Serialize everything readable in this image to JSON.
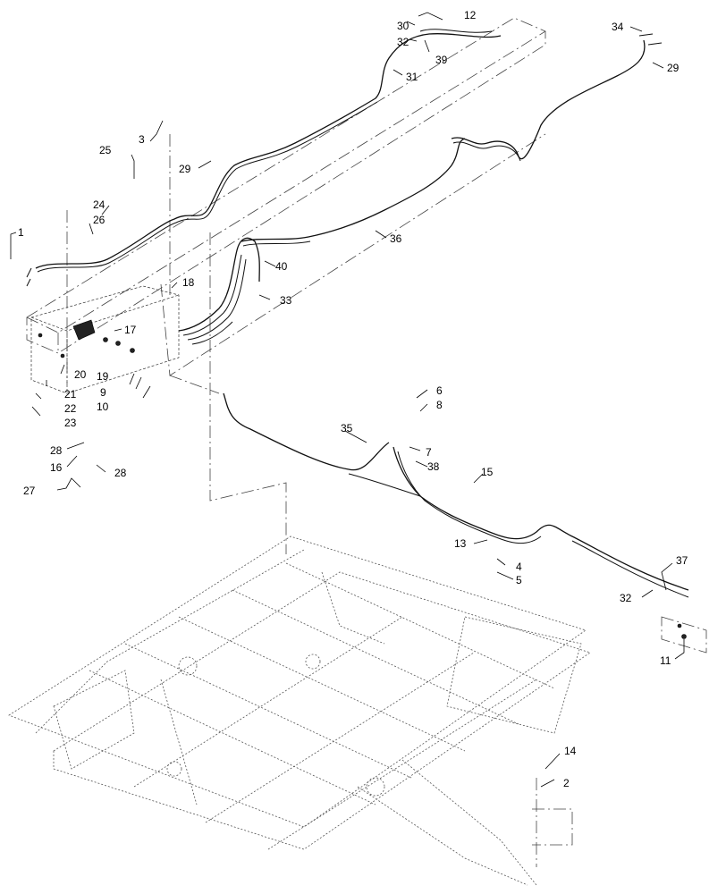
{
  "callouts": [
    {
      "id": "c1",
      "text": "1"
    },
    {
      "id": "c2",
      "text": "2"
    },
    {
      "id": "c3",
      "text": "3"
    },
    {
      "id": "c4",
      "text": "4"
    },
    {
      "id": "c5",
      "text": "5"
    },
    {
      "id": "c6",
      "text": "6"
    },
    {
      "id": "c7",
      "text": "7"
    },
    {
      "id": "c8",
      "text": "8"
    },
    {
      "id": "c9",
      "text": "9"
    },
    {
      "id": "c10",
      "text": "10"
    },
    {
      "id": "c11",
      "text": "11"
    },
    {
      "id": "c12",
      "text": "12"
    },
    {
      "id": "c13",
      "text": "13"
    },
    {
      "id": "c14",
      "text": "14"
    },
    {
      "id": "c15",
      "text": "15"
    },
    {
      "id": "c16",
      "text": "16"
    },
    {
      "id": "c17",
      "text": "17"
    },
    {
      "id": "c18",
      "text": "18"
    },
    {
      "id": "c19",
      "text": "19"
    },
    {
      "id": "c20",
      "text": "20"
    },
    {
      "id": "c21",
      "text": "21"
    },
    {
      "id": "c22",
      "text": "22"
    },
    {
      "id": "c23",
      "text": "23"
    },
    {
      "id": "c24",
      "text": "24"
    },
    {
      "id": "c25",
      "text": "25"
    },
    {
      "id": "c26",
      "text": "26"
    },
    {
      "id": "c27",
      "text": "27"
    },
    {
      "id": "c28a",
      "text": "28"
    },
    {
      "id": "c28b",
      "text": "28"
    },
    {
      "id": "c29a",
      "text": "29"
    },
    {
      "id": "c29b",
      "text": "29"
    },
    {
      "id": "c30",
      "text": "30"
    },
    {
      "id": "c31",
      "text": "31"
    },
    {
      "id": "c32a",
      "text": "32"
    },
    {
      "id": "c32b",
      "text": "32"
    },
    {
      "id": "c33",
      "text": "33"
    },
    {
      "id": "c34",
      "text": "34"
    },
    {
      "id": "c35",
      "text": "35"
    },
    {
      "id": "c36",
      "text": "36"
    },
    {
      "id": "c37",
      "text": "37"
    },
    {
      "id": "c38",
      "text": "38"
    },
    {
      "id": "c39",
      "text": "39"
    },
    {
      "id": "c40",
      "text": "40"
    }
  ],
  "colors": {
    "line": "#111111",
    "background": "#ffffff"
  }
}
